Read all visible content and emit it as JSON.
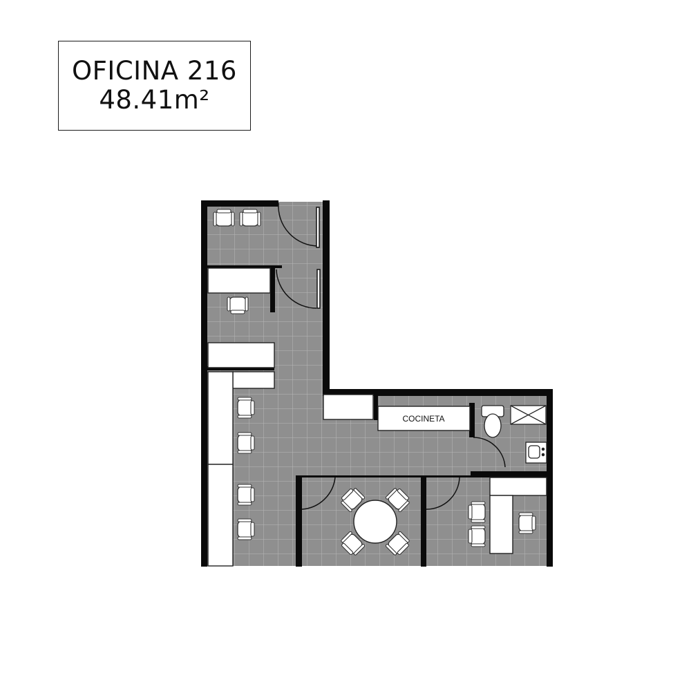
{
  "plan": {
    "name": "OFICINA 216",
    "area": "48.41m²",
    "room_labels": {
      "kitchenette": "COCINETA"
    }
  },
  "colors": {
    "floor": "#8f8f8f",
    "grid": "#b9b9b9",
    "wall": "#0a0a0a",
    "furniture": "#ffffff",
    "outline": "#222222"
  }
}
